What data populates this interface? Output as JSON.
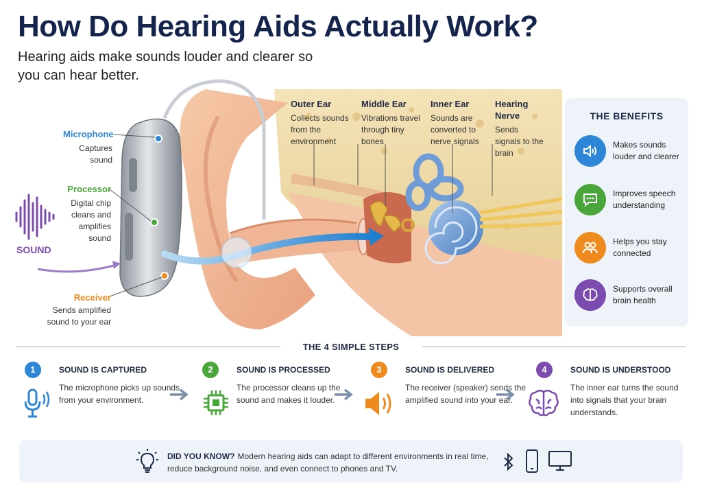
{
  "title": "How Do Hearing Aids Actually Work?",
  "subtitle": "Hearing aids make sounds louder and clearer so you can hear better.",
  "device_labels": {
    "microphone": {
      "heading": "Microphone",
      "text": "Captures sound"
    },
    "processor": {
      "heading": "Processor",
      "text": "Digital chip cleans and amplifies sound"
    },
    "receiver": {
      "heading": "Receiver",
      "text": "Sends amplified sound to your ear"
    },
    "sound": "SOUND"
  },
  "ear_labels": [
    {
      "heading": "Outer Ear",
      "text": "Collects sounds from the environment"
    },
    {
      "heading": "Middle Ear",
      "text": "Vibrations travel through tiny bones"
    },
    {
      "heading": "Inner Ear",
      "text": "Sounds are converted to nerve signals"
    },
    {
      "heading": "Hearing Nerve",
      "text": "Sends signals to the brain"
    }
  ],
  "benefits": {
    "title": "THE BENEFITS",
    "items": [
      {
        "text": "Makes sounds louder and clearer",
        "icon": "speaker-icon",
        "color": "#2e86d6"
      },
      {
        "text": "Improves speech understanding",
        "icon": "speech-bubble-icon",
        "color": "#4aa63a"
      },
      {
        "text": "Helps you stay connected",
        "icon": "people-icon",
        "color": "#ef8a1f"
      },
      {
        "text": "Supports overall brain health",
        "icon": "brain-icon",
        "color": "#7b4bb0"
      }
    ]
  },
  "steps": {
    "title": "THE 4 SIMPLE STEPS",
    "items": [
      {
        "num": "1",
        "heading": "SOUND IS CAPTURED",
        "text": "The microphone picks up sounds from your environment.",
        "color": "#2e86d6",
        "icon": "microphone-icon"
      },
      {
        "num": "2",
        "heading": "SOUND IS PROCESSED",
        "text": "The processor cleans up the sound and makes it louder.",
        "color": "#4aa63a",
        "icon": "chip-icon"
      },
      {
        "num": "3",
        "heading": "SOUND IS DELIVERED",
        "text": "The receiver (speaker) sends the amplified sound into your ear.",
        "color": "#ef8a1f",
        "icon": "speaker-icon"
      },
      {
        "num": "4",
        "heading": "SOUND IS UNDERSTOOD",
        "text": "The inner ear turns the sound into signals that your brain understands.",
        "color": "#7b4bb0",
        "icon": "brain-icon"
      }
    ]
  },
  "did_you_know": {
    "label": "DID YOU KNOW?",
    "text": "Modern hearing aids can adapt to different environments in real time, reduce background noise, and even connect to phones and TV.",
    "icons": [
      "lightbulb-icon",
      "bluetooth-icon",
      "phone-icon",
      "tv-icon"
    ]
  },
  "colors": {
    "blue": "#2e86d6",
    "green": "#4aa63a",
    "orange": "#ef8a1f",
    "purple": "#7b4bb0",
    "navy": "#14244d"
  }
}
